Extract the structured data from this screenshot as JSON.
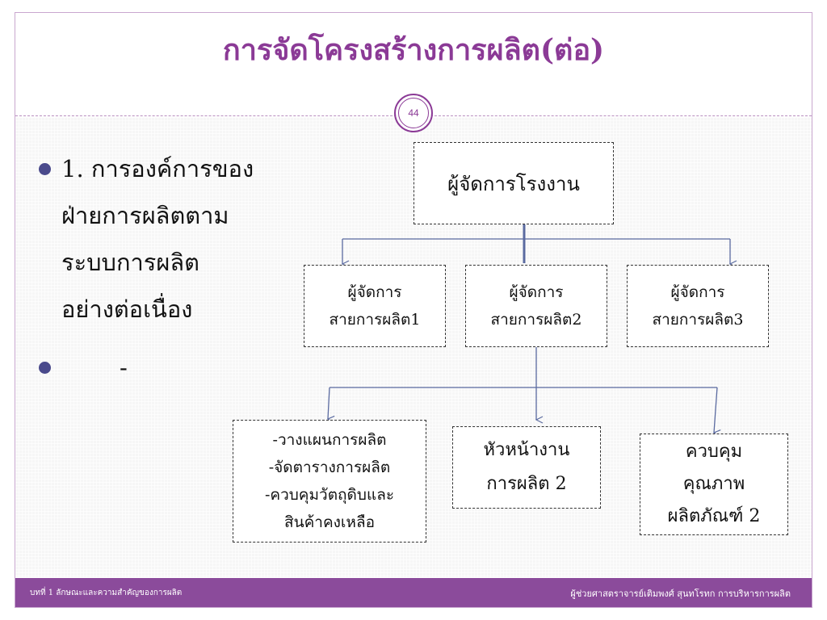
{
  "slide": {
    "title": "การจัดโครงสร้างการผลิต(ต่อ)",
    "page_number": "44"
  },
  "bullets": {
    "item1_lines": [
      "1. การองค์การของ",
      "ฝ่ายการผลิตตาม",
      "ระบบการผลิต",
      "อย่างต่อเนื่อง"
    ],
    "item2_text": "-"
  },
  "org_chart": {
    "top": "ผู้จัดการโรงงาน",
    "managers": [
      {
        "line1": "ผู้จัดการ",
        "line2": "สายการผลิต1"
      },
      {
        "line1": "ผู้จัดการ",
        "line2": "สายการผลิต2"
      },
      {
        "line1": "ผู้จัดการ",
        "line2": "สายการผลิต3"
      }
    ],
    "sub_units": {
      "planning": [
        "-วางแผนการผลิต",
        "-จัดตารางการผลิต",
        "-ควบคุมวัตถุดิบและ",
        "สินค้าคงเหลือ"
      ],
      "supervisor": [
        "หัวหน้างาน",
        "การผลิต 2"
      ],
      "quality": [
        "ควบคุม",
        "คุณภาพ",
        "ผลิตภัณฑ์ 2"
      ]
    }
  },
  "footer": {
    "left": "บทที่ 1 ลักษณะและความสำคัญของการผลิต",
    "right": "ผู้ช่วยศาสตราจารย์เติมพงศ์ สุนทโรทก  การบริหารการผลิต"
  },
  "colors": {
    "title": "#8b3a96",
    "footer_bg": "#8b4b9b",
    "connector": "#5a6aa0",
    "bullet": "#4a4a8c"
  }
}
